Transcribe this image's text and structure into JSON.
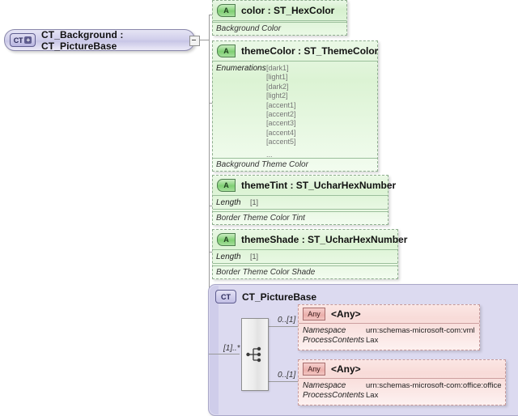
{
  "diagram": {
    "type": "xsd-schema-diagram",
    "root": {
      "badge": "CT",
      "badge_expand": "+",
      "label": "CT_Background : CT_PictureBase",
      "collapse_icon": "minus-icon"
    },
    "attributes": [
      {
        "icon": "A",
        "name": "color",
        "separator": ":",
        "type": "ST_HexColor",
        "title": "color        : ST_HexColor",
        "documentation": "Background Color",
        "facets": []
      },
      {
        "icon": "A",
        "name": "themeColor",
        "separator": ":",
        "type": "ST_ThemeColor",
        "title": "themeColor : ST_ThemeColor",
        "documentation": "Background Theme Color",
        "facets": [
          {
            "key": "Enumerations",
            "values": [
              "[dark1]",
              "[light1]",
              "[dark2]",
              "[light2]",
              "[accent1]",
              "[accent2]",
              "[accent3]",
              "[accent4]",
              "[accent5]",
              "..."
            ]
          }
        ]
      },
      {
        "icon": "A",
        "name": "themeTint",
        "separator": ":",
        "type": "ST_UcharHexNumber",
        "title": "themeTint : ST_UcharHexNumber",
        "documentation": "Border Theme Color Tint",
        "facets": [
          {
            "key": "Length",
            "value": "[1]"
          }
        ]
      },
      {
        "icon": "A",
        "name": "themeShade",
        "separator": ":",
        "type": "ST_UcharHexNumber",
        "title": "themeShade : ST_UcharHexNumber",
        "documentation": "Border Theme Color Shade",
        "facets": [
          {
            "key": "Length",
            "value": "[1]"
          }
        ]
      }
    ],
    "complex_type": {
      "badge": "CT",
      "title": "CT_PictureBase",
      "compositor": {
        "kind": "sequence-icon",
        "cardinality": "[1]..*"
      },
      "children": [
        {
          "icon": "Any",
          "title": "<Any>",
          "cardinality": "0..[1]",
          "rows": [
            {
              "key": "Namespace",
              "value": "urn:schemas-microsoft-com:vml"
            },
            {
              "key": "ProcessContents",
              "value": "Lax"
            }
          ]
        },
        {
          "icon": "Any",
          "title": "<Any>",
          "cardinality": "0..[1]",
          "rows": [
            {
              "key": "Namespace",
              "value": "urn:schemas-microsoft-com:office:office"
            },
            {
              "key": "ProcessContents",
              "value": "Lax"
            }
          ]
        }
      ]
    },
    "colors": {
      "attribute_fill": "#dcf3d4",
      "attribute_border": "#8fae8f",
      "complextype_fill": "#dcdaf0",
      "complextype_border": "#a9a7c8",
      "any_fill": "#f8dbd8",
      "any_border": "#c79a9a",
      "connector": "#9a9a9a",
      "canvas": "#ffffff"
    }
  }
}
